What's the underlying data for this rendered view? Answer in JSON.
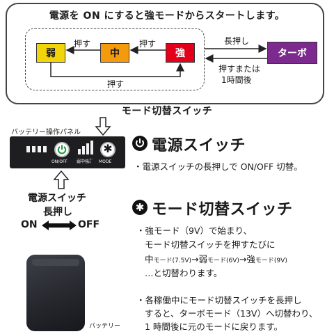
{
  "intro": "電源を ON にすると強モードからスタートします。",
  "modes": {
    "weak": "弱",
    "medium": "中",
    "strong": "強",
    "turbo": "ターボ"
  },
  "colors": {
    "weak": "#f2d40a",
    "medium": "#f39a0d",
    "strong": "#e3001b",
    "turbo": "#7d2a8e"
  },
  "labels": {
    "press_medium_to_weak": "押す",
    "press_strong_to_medium": "押す",
    "press_weak_to_strong": "押す",
    "long_press": "長押し",
    "turbo_return_line1": "押すまたは",
    "turbo_return_line2": "1時間後"
  },
  "section_caption": "モード切替スイッチ",
  "panel": {
    "title": "バッテリー操作パネル",
    "onoff_label": "ON/OFF",
    "mode_label": "MODE",
    "mode_marks": [
      "弱",
      "中",
      "強",
      "ターボ"
    ]
  },
  "power_switch": {
    "icon": "power-icon",
    "heading": "電源スイッチ",
    "desc": "・電源スイッチの長押しで ON/OFF 切替。"
  },
  "long_press_block": {
    "line1": "電源スイッチ",
    "line2": "長押し",
    "on": "ON",
    "off": "OFF"
  },
  "mode_switch": {
    "icon": "asterisk-icon",
    "heading": "モード切替スイッチ",
    "para1_line1": "・強モード（9V）で始まり、",
    "para1_line2": "モード切替スイッチを押すたびに",
    "seq_medium": "中",
    "seq_medium_v": "モード(7.5V)",
    "seq_weak": "弱",
    "seq_weak_v": "モード(6V)",
    "seq_strong": "強",
    "seq_strong_v": "モード(9V)",
    "para1_line4": "…と切替わります。",
    "para2_line1": "・各稼働中にモード切替スイッチを長押し",
    "para2_line2": "すると、ターボモード（13V）へ切替わり、",
    "para2_line3": "1 時間後に元のモードに戻ります。"
  },
  "battery_label": "バッテリー"
}
